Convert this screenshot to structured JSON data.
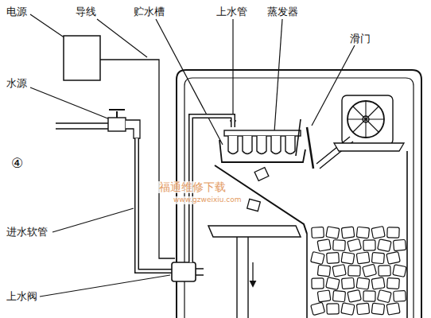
{
  "diagram": {
    "labels": [
      "电源",
      "导线",
      "贮水槽",
      "上水管",
      "蒸发器",
      "滑门",
      "水源",
      "④",
      "进水软管",
      "上水阀",
      "福通维修下载",
      "www.gzweixiu.com"
    ]
  }
}
